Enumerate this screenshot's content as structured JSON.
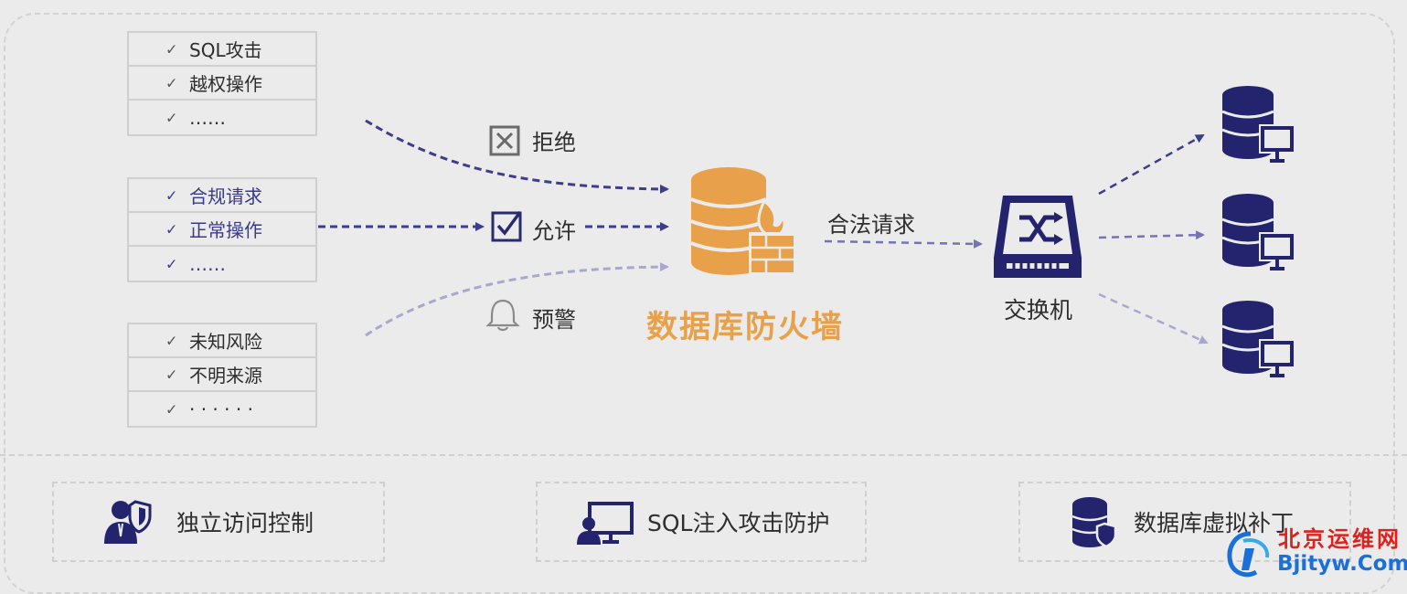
{
  "threat_lists": [
    {
      "items": [
        "SQL攻击",
        "越权操作",
        "……"
      ]
    },
    {
      "items": [
        "合规请求",
        "正常操作",
        "……"
      ]
    },
    {
      "items": [
        "未知风险",
        "不明来源",
        "· · · · · ·"
      ]
    }
  ],
  "check_mark": "✓",
  "actions": {
    "reject": "拒绝",
    "allow": "允许",
    "warn": "预警"
  },
  "firewall": {
    "title": "数据库防火墙"
  },
  "legal_request": "合法请求",
  "switch": {
    "label": "交换机"
  },
  "features": [
    {
      "label": "独立访问控制",
      "icon": "user-shield-icon"
    },
    {
      "label": "SQL注入攻击防护",
      "icon": "monitor-user-icon"
    },
    {
      "label": "数据库虚拟补丁",
      "icon": "database-shield-icon"
    }
  ],
  "watermark": {
    "line1": "北京运维网",
    "line2": "Bjityw.Com"
  },
  "colors": {
    "navy": "#24246e",
    "orange": "#e8a14a",
    "arrow_dark": "#3d3d8a",
    "arrow_light": "#a8a8cf"
  }
}
